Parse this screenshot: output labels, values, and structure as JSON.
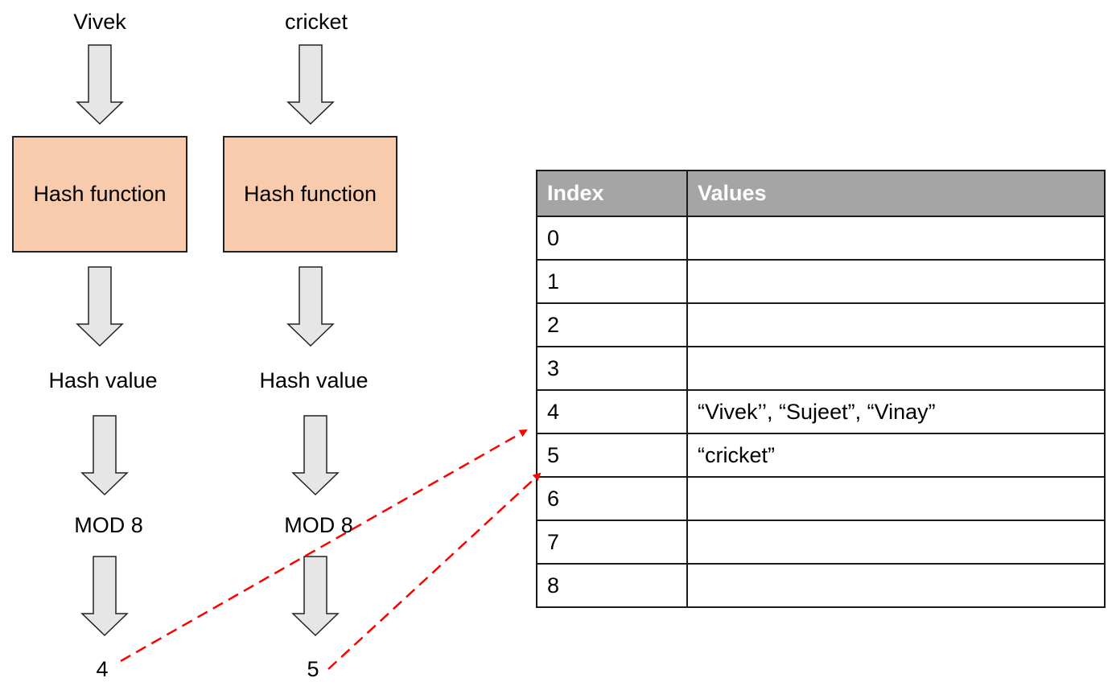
{
  "inputs": [
    {
      "key": "Vivek",
      "step_function": "Hash function",
      "step_value": "Hash value",
      "step_mod": "MOD 8",
      "result": "4"
    },
    {
      "key": "cricket",
      "step_function": "Hash function",
      "step_value": "Hash value",
      "step_mod": "MOD 8",
      "result": "5"
    }
  ],
  "table": {
    "headers": [
      "Index",
      "Values"
    ],
    "rows": [
      {
        "index": "0",
        "values": ""
      },
      {
        "index": "1",
        "values": ""
      },
      {
        "index": "2",
        "values": ""
      },
      {
        "index": "3",
        "values": ""
      },
      {
        "index": "4",
        "values": "“Vivek’’, “Sujeet”, “Vinay”"
      },
      {
        "index": "5",
        "values": "“cricket”"
      },
      {
        "index": "6",
        "values": ""
      },
      {
        "index": "7",
        "values": ""
      },
      {
        "index": "8",
        "values": ""
      }
    ]
  },
  "mappings": [
    {
      "from_result": "4",
      "to_index": "4"
    },
    {
      "from_result": "5",
      "to_index": "5"
    }
  ],
  "colors": {
    "hash_box_fill": "#f8cbad",
    "arrow_fill": "#e6e6e6",
    "header_fill": "#a5a5a5",
    "mapping_line": "#ff0000"
  }
}
